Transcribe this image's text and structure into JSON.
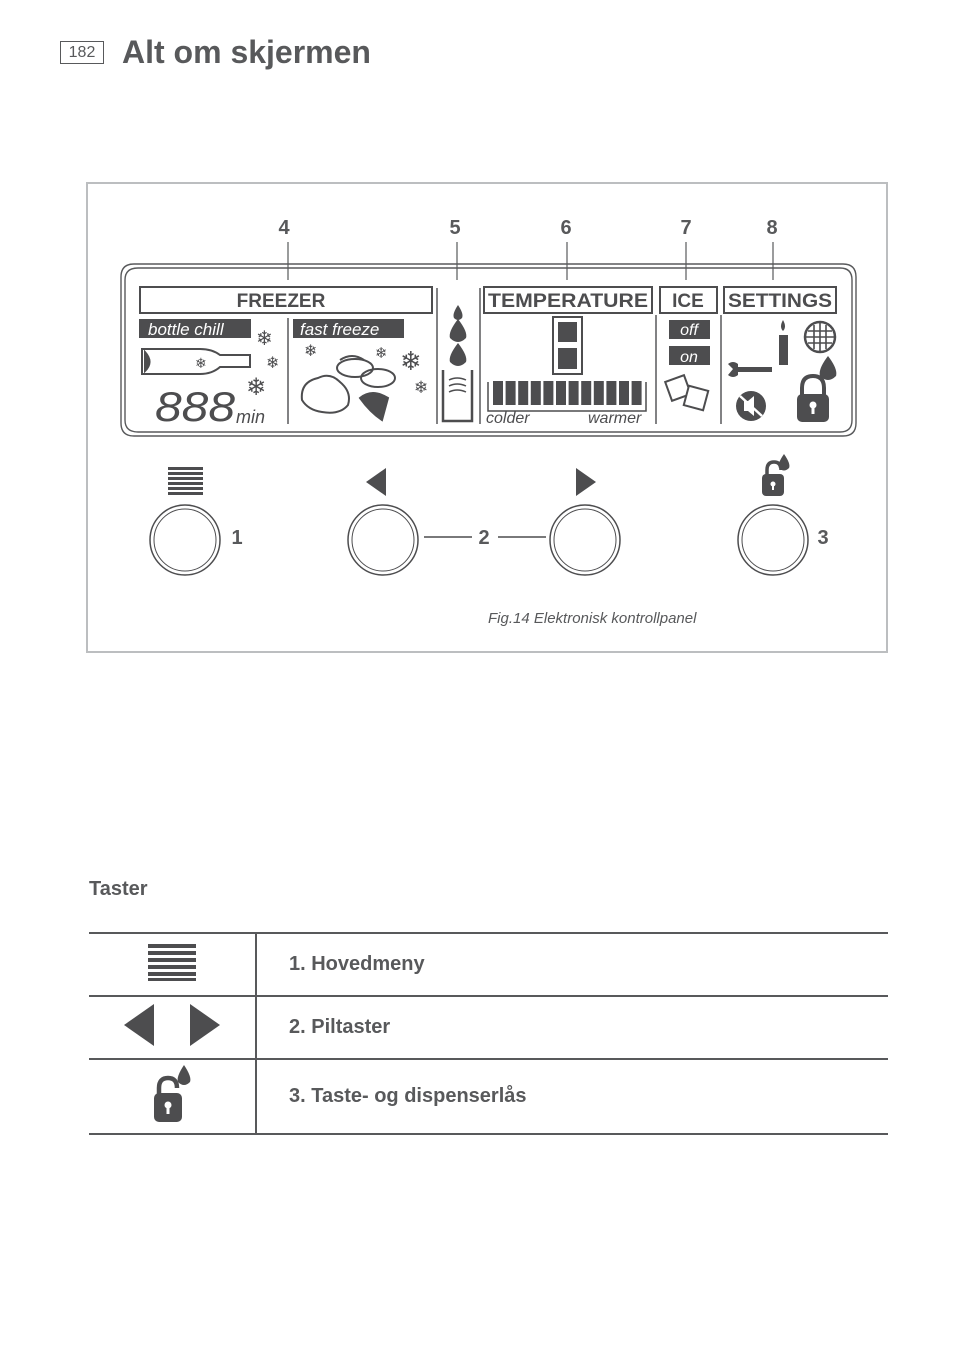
{
  "header": {
    "page_number": "182",
    "title": "Alt om skjermen"
  },
  "figure": {
    "callouts": [
      "4",
      "5",
      "6",
      "7",
      "8"
    ],
    "lcd": {
      "freezer_label": "FREEZER",
      "bottle_chill_label": "bottle chill",
      "fast_freeze_label": "fast freeze",
      "digits": "888",
      "min_label": "min",
      "temperature_label": "TEMPERATURE",
      "colder_label": "colder",
      "warmer_label": "warmer",
      "ice_label": "ICE",
      "off_label": "off",
      "on_label": "on",
      "settings_label": "SETTINGS"
    },
    "button_numbers": [
      "1",
      "2",
      "3"
    ],
    "caption": "Fig.14 Elektronisk kontrollpanel"
  },
  "section": {
    "heading": "Taster"
  },
  "keys": [
    {
      "icon": "menu-lines-icon",
      "label": "1. Hovedmeny"
    },
    {
      "icon": "arrow-keys-icon",
      "label": "2. Piltaster"
    },
    {
      "icon": "lock-drop-icon",
      "label": "3. Taste- og dispenserlås"
    }
  ],
  "colors": {
    "text": "#58595b",
    "frame": "#bcbec0",
    "lcd": "#4d4d4f"
  }
}
